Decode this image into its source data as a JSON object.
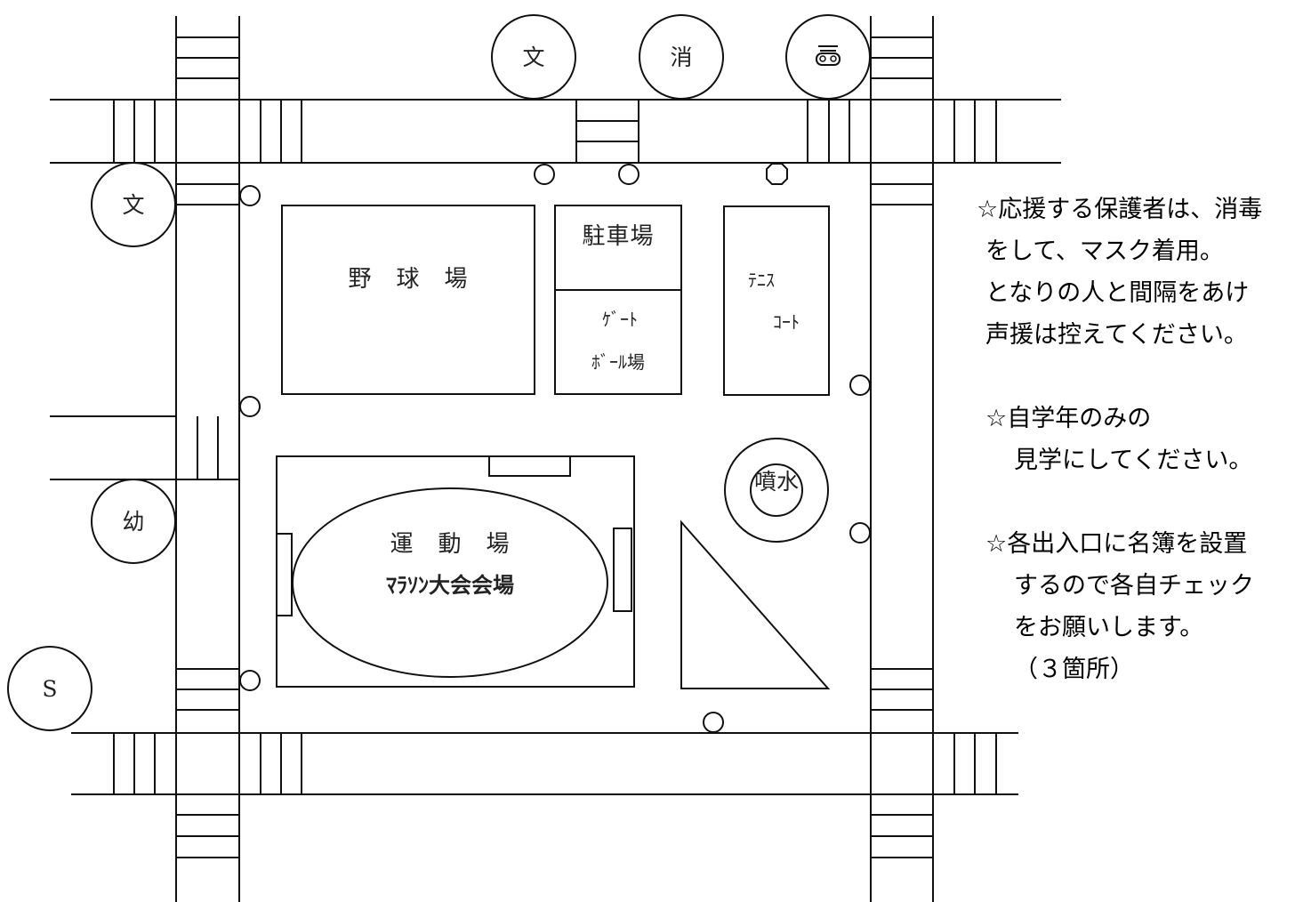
{
  "map": {
    "areas": {
      "baseball": "野　球　場",
      "parking": "駐車場",
      "gateball_line1": "ｹﾞｰﾄ",
      "gateball_line2": "ﾎﾞｰﾙ場",
      "tennis_line1": "ﾃﾆｽ",
      "tennis_line2": "ｺｰﾄ",
      "fountain": "噴水",
      "field": "運　動　場",
      "marathon_venue": "ﾏﾗｿﾝ大会会場"
    },
    "facility_symbols": {
      "school_top": "文",
      "fire_station": "消",
      "school_left": "文",
      "kindergarten": "幼",
      "start": "S"
    },
    "icons": [
      "school-symbol",
      "fire-station-symbol",
      "police-box-symbol",
      "kindergarten-symbol",
      "entrance-marker",
      "pedestrian-crossing"
    ]
  },
  "notes": [
    {
      "lines": [
        "☆応援する保護者は、消毒",
        "をして、マスク着用。",
        "となりの人と間隔をあけ",
        "声援は控えてください。"
      ]
    },
    {
      "lines": [
        "☆自学年のみの",
        "見学にしてください。"
      ]
    },
    {
      "lines": [
        "☆各出入口に名簿を設置",
        "するので各自チェック",
        "をお願いします。",
        "（３箇所）"
      ]
    }
  ]
}
